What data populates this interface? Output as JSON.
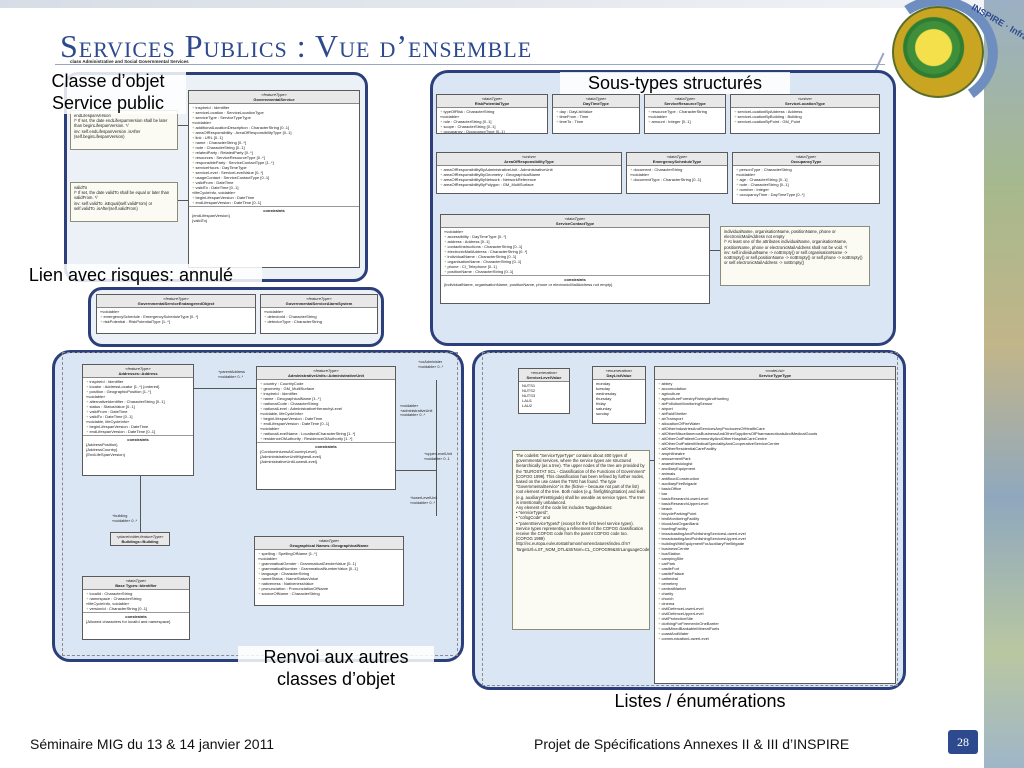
{
  "title": "Services Publics : Vue d’ensemble",
  "logo_text": "INSPIRE · Infrastructure for Spatial Information in Europe",
  "callouts": {
    "classe": "Classe d’objet Service public",
    "sous_types": "Sous-types structurés",
    "lien": "Lien avec risques: annulé",
    "renvoi": "Renvoi aux autres classes d’objet",
    "listes": "Listes / énumérations"
  },
  "diagram_header": "class Administrative and Social Governmental Services",
  "notes": {
    "n1": "endLifespanVersion\n/* If set, the date endLifespanVersion shall be later than beginLifespanVersion. */\ninv: self.endLifespanVersion .isAfter (self.beginLifespanVersion)",
    "n2": "validTo\n/* If set, the date validTo shall be equal or later than validFrom. */\ninv: self.validTo .isEqual(self.validFrom) or self.validTo .isAfter(self.validFrom)",
    "n3": "individualName, organisationName, positionName, phone or electronicMailAddress not empty\n/* At least one of the attributes individualName, organisationName, positionName, phone or electronicMailAddress shall not be void. */\ninv: self.individualName -> notEmpty() or self.organisationName -> notEmpty() or self.positionName -> notEmpty() or self.phone -> notEmpty() or self.electronicMailAddress -> notEmpty()",
    "n4": "The codelist \"ServiceTypeType\" contains about 400 types of governmental services, where the service types are structured hierarchically (as a tree). The upper nodes of the tree are provided by the \"EUROSTAT SCL - Classification of the Functions of Government\" [COFOG 1999]. This classification has been refined by further nodes, based on the use cases the TWG has found. The type \"GovernmentalService\" is the (fictive – because not part of the list) root element of the tree. Both nodes (e.g. firefightingStation) and leafs (e.g. auxiliaryFireBrigade) shall be useable as service types. The tree is intentionally unbalanced.\nAny element of the code list includes TaggedValues:\n• \"serviceTypeId\",\n• \"cofogCode\" and\n• \"parentServiceTypeId\" (except for the first level service types).\nService types representing a refinement of the COFOG classification receive the COFOG code from the parent COFOG code too.\n(COFOG 1999)\nhttp://ec.europa.eu/eurostat/ramon/nomenclatures/index.cfm?TargetUrl=LST_NOM_DTL&StrNom=CL_COFOG99&StrLanguageCode=EN&IntPcKey=&StrLayoutCode=HIERARCHIC)"
  },
  "classes": {
    "gs": {
      "stereo": "«featureType»",
      "name": "GovernmentalService",
      "attrs": [
        "inspireId : Identifier",
        "serviceLocation : ServiceLocationType",
        "serviceType : ServiceTypeType",
        "«voidable»",
        "additionalLocationDescription : CharacterString [0..1]",
        "areaOfResponsibility : AreaOfResponsibilityType [0..1]",
        "link : URL [0..1]",
        "name : CharacterString [0..*]",
        "note : CharacterString [0..1]",
        "relatedParty : RelatedParty [0..*]",
        "resources : ServiceResourceType [0..*]",
        "responsibleParty : ServiceContactType [1..*]",
        "serviceHours : DayTimeType",
        "serviceLevel : ServiceLevelValue [0..*]",
        "usageContact : ServiceContactType [0..1]",
        "validFrom : DateTime",
        "validTo : DateTime [0..1]",
        "«lifeCycleInfo, voidable»",
        "beginLifespanVersion : DateTime",
        "endLifespanVersion : DateTime [0..1]"
      ],
      "constraints": "constraints",
      "constraint_body": "{endLifespanVersion}\n{validTo}"
    },
    "risk": {
      "stereo": "«dataType»",
      "name": "RiskPotentialType",
      "attrs": [
        "typeOfRisk : CharacterString",
        "«voidable»",
        "role : CharacterString [0..1]",
        "scope : CharacterString [0..1]",
        "occupancy : OccupancyType [0..1]"
      ]
    },
    "daytime": {
      "stereo": "«dataType»",
      "name": "DayTimeType",
      "attrs": [
        "day : DayListValue",
        "timeFrom : Time",
        "timeTo : Time"
      ]
    },
    "resource": {
      "stereo": "«dataType»",
      "name": "ServiceResourceType",
      "attrs": [
        "resourceType : CharacterString",
        "«voidable»",
        "amount : Integer [0..1]"
      ]
    },
    "location": {
      "stereo": "«union»",
      "name": "ServiceLocationType",
      "attrs": [
        "serviceLocationByAddress : Address",
        "serviceLocationByBuilding : Building",
        "serviceLocationByPoint : GM_Point"
      ]
    },
    "area": {
      "stereo": "«union»",
      "name": "AreaOfResponsibilityType",
      "attrs": [
        "areaOfResponsibilityByAdministrativeUnit : AdministrativeUnit",
        "areaOfResponsibilityByGeometry : GeographicalName",
        "areaOfResponsibilityByNetwork : NetworkReference",
        "areaOfResponsibilityByPolygon : GM_MultiSurface"
      ]
    },
    "emergency": {
      "stereo": "«dataType»",
      "name": "EmergencyScheduleType",
      "attrs": [
        "document : CharacterString",
        "«voidable»",
        "documentType : CharacterString [0..1]"
      ]
    },
    "occupancy": {
      "stereo": "«dataType»",
      "name": "OccupancyType",
      "attrs": [
        "personType : CharacterString",
        "«voidable»",
        "age : CharacterString [0..1]",
        "note : CharacterString [0..1]",
        "number : Integer",
        "occupancyTime : DayTimeType [0..*]"
      ]
    },
    "contact": {
      "stereo": "«dataType»",
      "name": "ServiceContactType",
      "attrs": [
        "«voidable»",
        "accessibility : DayTimeType [0..*]",
        "address : Address [0..1]",
        "contactInstructions : CharacterString [0..1]",
        "electronicMailAddress : CharacterString [0..*]",
        "individualName : CharacterString [0..1]",
        "organisationName : CharacterString [0..1]",
        "phone : CI_Telephone [0..1]",
        "positionName : CharacterString [0..1]"
      ],
      "constraints": "constraints",
      "constraint_body": "{individualName, organisationName, positionName, phone or electronicMailAddress not empty}"
    },
    "endangered": {
      "stereo": "«featureType»",
      "name": "GovernmentalServiceEndangeredObject",
      "attrs": [
        "«voidable»",
        "emergencySchedule : EmergencyScheduleType [0..*]",
        "riskPotential : RiskPotentialType [1..*]"
      ]
    },
    "alarm": {
      "stereo": "«featureType»",
      "name": "GovernmentalServiceAlarmSystem",
      "attrs": [
        "«voidable»",
        "detectorId : CharacterString",
        "detectorType : CharacterString"
      ]
    },
    "address": {
      "stereo": "«featureType»",
      "name": "Addresses::Address",
      "attrs": [
        "inspireId : Identifier",
        "locator : AddressLocator [1..*] {ordered}",
        "position : GeographicPosition [1..*]",
        "«voidable»",
        "alternativeIdentifier : CharacterString [0..1]",
        "status : StatusValue [0..1]",
        "validFrom : DateTime",
        "validTo : DateTime [0..1]",
        "«voidable, lifeCycleInfo»",
        "beginLifespanVersion : DateTime",
        "endLifespanVersion : DateTime [0..1]"
      ],
      "constraints": "constraints",
      "constraint_body": "{AddressPosition}\n{AddressCountry}\n{EndLifeSpanVersion}"
    },
    "adminunit": {
      "stereo": "«featureType»",
      "name": "AdministrativeUnits::AdministrativeUnit",
      "attrs": [
        "country : CountryCode",
        "geometry : GM_MultiSurface",
        "inspireId : Identifier",
        "name : GeographicalName [1..*]",
        "nationalCode : CharacterString",
        "nationalLevel : AdministrativeHierarchyLevel",
        "«voidable, lifeCycleInfo»",
        "beginLifespanVersion : DateTime",
        "endLifespanVersion : DateTime [0..1]",
        "«voidable»",
        "nationalLevelName : LocalisedCharacterString [1..*]",
        "residenceOfAuthority : ResidenceOfAuthority [1..*]"
      ],
      "constraints": "constraints",
      "constraint_body": "{CondominiumsAtCountryLevel}\n{AdmininistrativeUnitHighestLevel}\n{AdministrativeUnitLowestLevel}"
    },
    "building": {
      "stereo": "«placeholder,featureType»",
      "name": "Buildings::Building",
      "attrs": []
    },
    "basetypes": {
      "stereo": "«dataType»",
      "name": "Base Types::Identifier",
      "attrs": [
        "localId : CharacterString",
        "namespace : CharacterString",
        "«lifeCycleInfo, voidable»",
        "versionId : CharacterString [0..1]"
      ],
      "constraints": "constraints",
      "constraint_body": "{Allowed characters for localId and namespace}"
    },
    "geoname": {
      "stereo": "«dataType»",
      "name": "Geographical Names::GeographicalName",
      "attrs": [
        "spelling : SpellingOfName [1..*]",
        "«voidable»",
        "grammaticalGender : GrammaticalGenderValue [0..1]",
        "grammaticalNumber : GrammaticalNumberValue [0..1]",
        "language : CharacterString",
        "nameStatus : NameStatusValue",
        "nativeness : NativenessValue",
        "pronunciation : PronunciationOfName",
        "sourceOfName : CharacterString"
      ]
    },
    "servicelevel": {
      "stereo": "«enumeration»",
      "name": "ServiceLevelValue",
      "attrs": [
        "NUTS1",
        "NUTS2",
        "NUTS3",
        "LAU1",
        "LAU2"
      ]
    },
    "daylist": {
      "stereo": "«enumeration»",
      "name": "DayListValue",
      "attrs": [
        "monday",
        "tuesday",
        "wednesday",
        "thursday",
        "friday",
        "saturday",
        "sunday"
      ]
    },
    "servicetype": {
      "stereo": "«codeList»",
      "name": "ServiceTypeType",
      "attrs": [
        "abbey",
        "accomodation",
        "agriculture",
        "agricultureForestryFishingAndHunting",
        "airPollutionMonitoringSensor",
        "airport",
        "airRaidShelter",
        "airTransport",
        "allocationOfFireWater",
        "allOtherIndustriesAndServicesAnyProducersOfHealthCare",
        "allOtherMiscellaneousBusinessAndOtherSuppliersOfPharmaceuticalsAndMedicalGoods",
        "allOtherOutPatientCommunityAndOtherHospitalCareCentre",
        "allOtherOutPatientMedicalSpecialityAndCooperativeServiceCentre",
        "allOtherResidentialCareFacility",
        "amphitheatre",
        "amusementPark",
        "anaesthesiologist",
        "ancillaryEquipment",
        "animals",
        "antifloodConstruction",
        "auxiliaryFireBrigade",
        "basicOffice",
        "bar",
        "basicResearchLowerLevel",
        "basicResearchUpperLevel",
        "beach",
        "bicycleParkingPoint",
        "birdMonitoringFacility",
        "bloodAndOrganBank",
        "bowlingFacility",
        "broadcastingAndPublishingServicesLowerLevel",
        "broadcastingAndPublishingServicesUpperLevel",
        "buildingWithEquipmentForAuxiliaryFireBrigade",
        "businessCentre",
        "busStation",
        "campingSite",
        "carPark",
        "castleFort",
        "castlePalace",
        "cathedral",
        "cemetery",
        "centralMarket",
        "charity",
        "church",
        "cinema",
        "civilDefenceLowerLevel",
        "civilDefenceUpperLevel",
        "civilProtectionSite",
        "clothingForFiremenInOneBarrier",
        "coalMinedBankableMineralFuels",
        "coastAndWater",
        "communicationLowerLevel"
      ]
    }
  },
  "roles": {
    "parentAddress": "+parentAddress\n«voidable» 0..*",
    "admin": "«voidable»\n+administrativeUnit\n«voidable» 0..*",
    "coAdmin": "+coAdminister\n«voidable» 0..*",
    "upper": "+upperLevelUnit\n«voidable» 0..1",
    "lower": "+lowerLevelUnit\n«voidable» 0..*",
    "building": "+building\n«voidable» 0..*"
  },
  "footer": {
    "left": "Séminaire MIG du 13 & 14 janvier 2011",
    "right": "Projet de Spécifications Annexes II & III d’INSPIRE",
    "page": "28"
  }
}
